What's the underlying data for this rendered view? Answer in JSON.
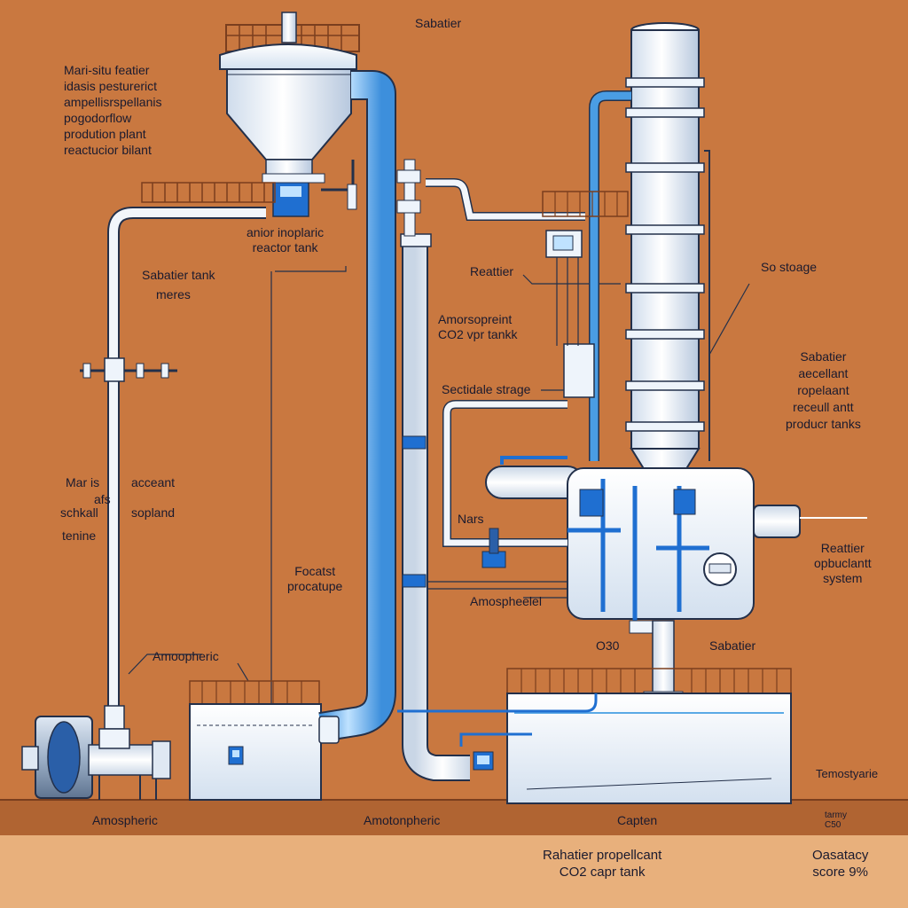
{
  "labels": {
    "top_title": "Sabatier",
    "top_left_block": "Mari-situ featier\nidasis pesturerict\nampellisrspellanis\npogodorflow\nprodution plant\nreactucior bilant",
    "hopper_caption": "anior inoplaric\nreactor tank",
    "sabatier_tank": "Sabatier tank",
    "meres": "meres",
    "reattier": "Reattier",
    "amorsopreint": "Amorsopreint\nCO2 vpr tankk",
    "sectidale": "Sectidale strage",
    "so_stoage": "So stoage",
    "right_block": "Sabatier\naecellant\nropelaant\nreceull antt\nproducr tanks",
    "mar_is": "Mar is",
    "acceant": "acceant",
    "afs": "afs",
    "schkall": "schkall",
    "sopland": "sopland",
    "tenine": "tenine",
    "nars": "Nars",
    "focatst": "Focatst\nprocatupe",
    "amospheelel": "Amospheelel",
    "reattier_system": "Reattier\nopbuclantt\nsystem",
    "o30": "O30",
    "sabatier_mid": "Sabatier",
    "amoopheric": "Amoopheric",
    "temostyarie": "Temostyarie",
    "amospheric_bottom": "Amospheric",
    "amotonpheric": "Amotonpheric",
    "capten": "Capten",
    "small_br": "tarmy\nC50",
    "rahatier": "Rahatier propellcant\nCO2 capr tank",
    "oasatacy": "Oasatacy\nscore 9%"
  },
  "colors": {
    "background": "#c97840",
    "ground": "#b06432",
    "bottom_band": "#e8b07c",
    "tank_white": "#eef4fb",
    "pipe_blue": "#5aa9e6",
    "accent_blue": "#1f6fd1",
    "outline": "#23304a",
    "rail": "#7a3e1e"
  }
}
